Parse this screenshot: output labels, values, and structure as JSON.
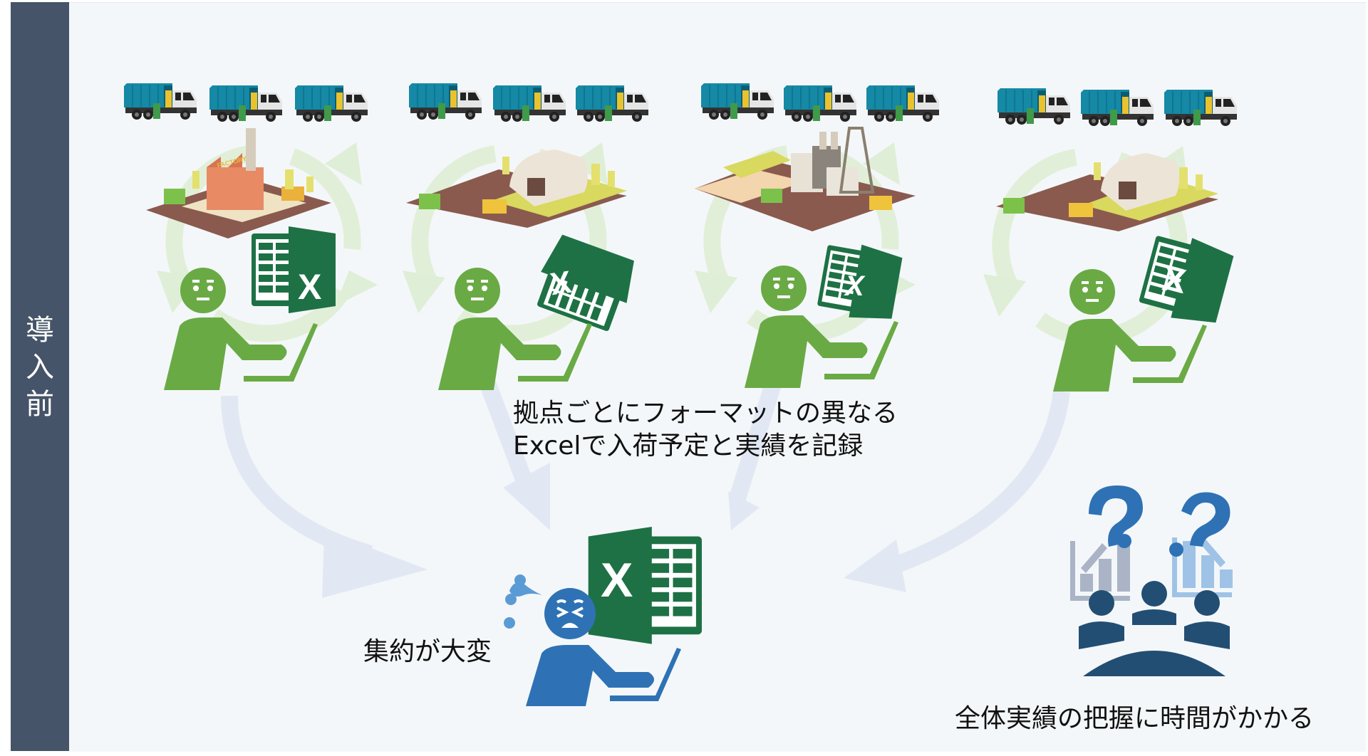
{
  "sidebar": {
    "label_chars": [
      "導",
      "入",
      "前"
    ],
    "label": "導入前"
  },
  "sites": [
    {
      "name": "site-1",
      "facility": "factory",
      "facility_sign": "FACTORY",
      "truck_count": 3
    },
    {
      "name": "site-2",
      "facility": "warehouse-yard",
      "truck_count": 3
    },
    {
      "name": "site-3",
      "facility": "power-plant",
      "truck_count": 3
    },
    {
      "name": "site-4",
      "facility": "warehouse-yard",
      "truck_count": 3
    }
  ],
  "captions": {
    "formats_line1": "拠点ごとにフォーマットの異なる",
    "formats_line2": "Excelで入荷予定と実績を記録",
    "aggregate": "集約が大変",
    "overview": "全体実績の把握に時間がかかる"
  },
  "excel_letter": "X",
  "colors": {
    "sidebar": "#455468",
    "panel": "#f4f7f9",
    "person_green": "#6aaa45",
    "excel_green": "#1e7145",
    "person_blue": "#2e72b5",
    "meeting_navy": "#234e73",
    "arrow_light": "#e2e8f3",
    "cycle_green": "#e1efd9",
    "truck_body": "#1589a6"
  }
}
